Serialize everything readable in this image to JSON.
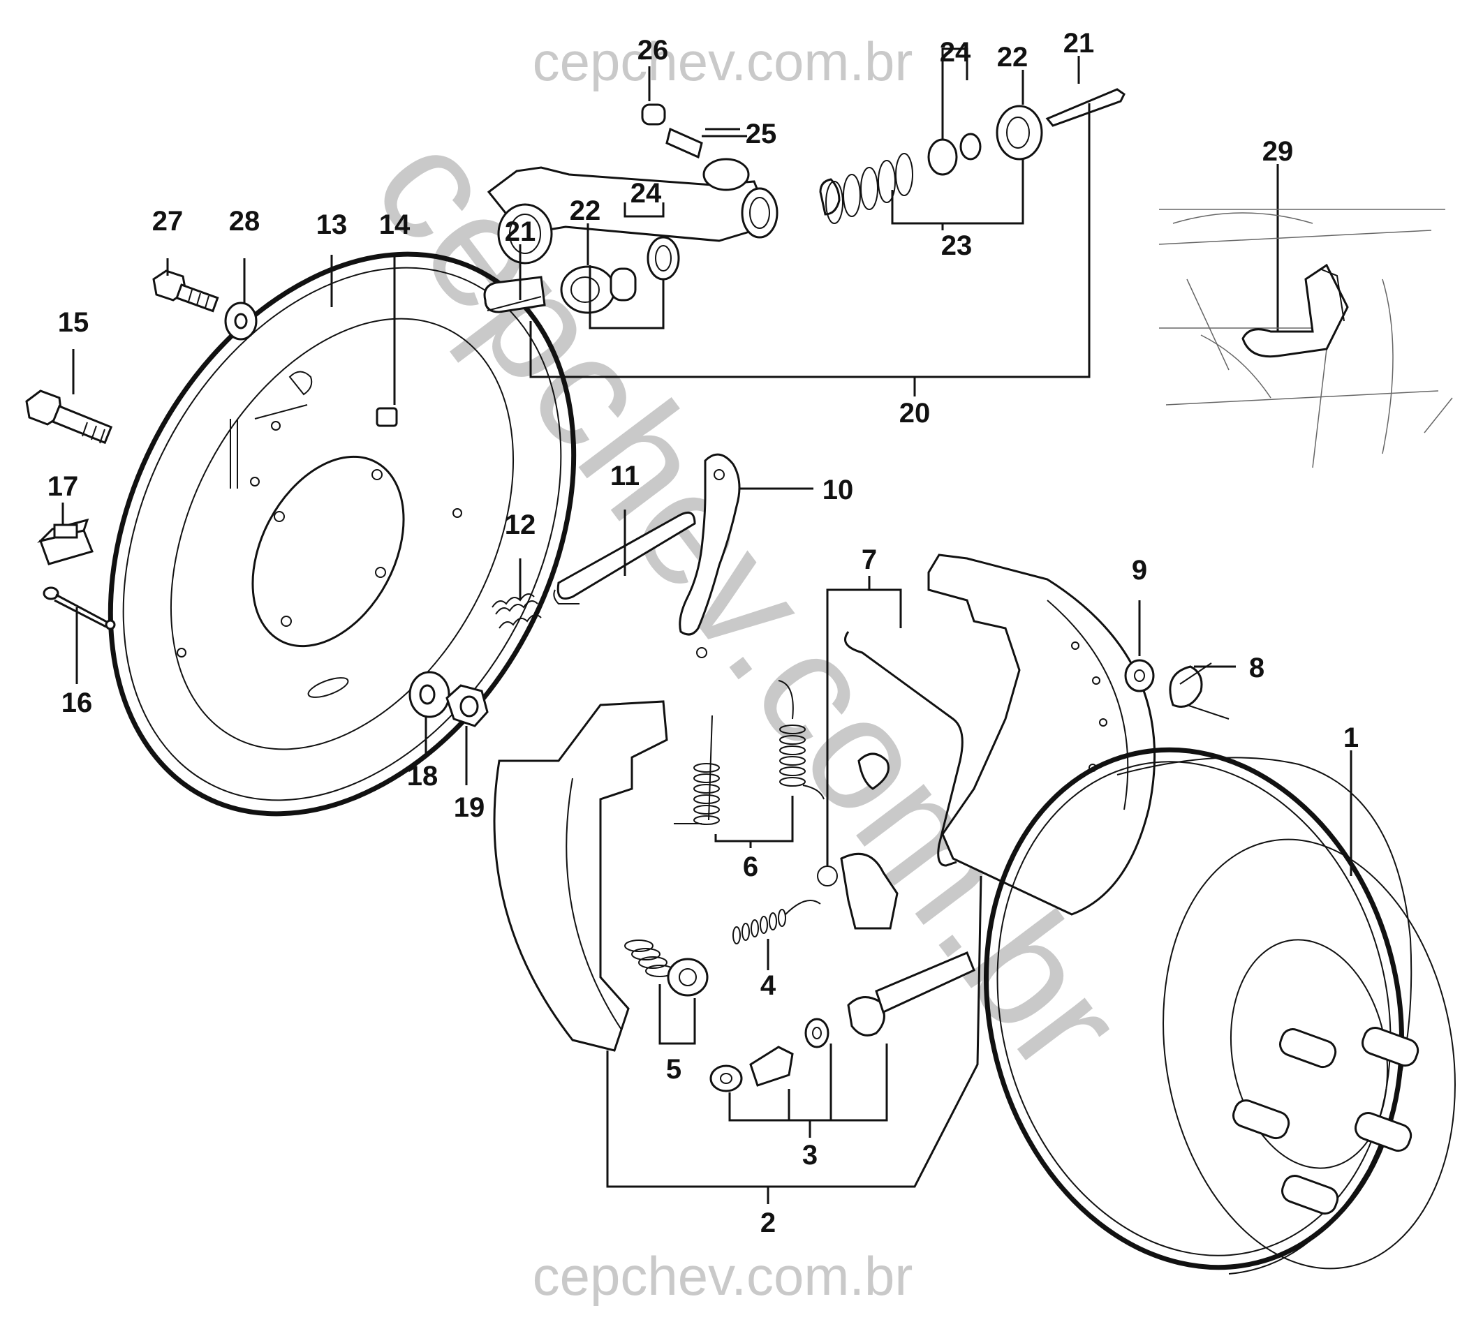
{
  "watermarks": {
    "top": "cepchev.com.br",
    "bottom": "cepchev.com.br",
    "diagonal": "cepchev.com.br"
  },
  "callouts": [
    "1",
    "2",
    "3",
    "4",
    "5",
    "6",
    "7",
    "8",
    "9",
    "10",
    "11",
    "12",
    "13",
    "14",
    "15",
    "16",
    "17",
    "18",
    "19",
    "20",
    "21",
    "21",
    "22",
    "22",
    "23",
    "24",
    "24",
    "25",
    "26",
    "27",
    "28",
    "29"
  ]
}
